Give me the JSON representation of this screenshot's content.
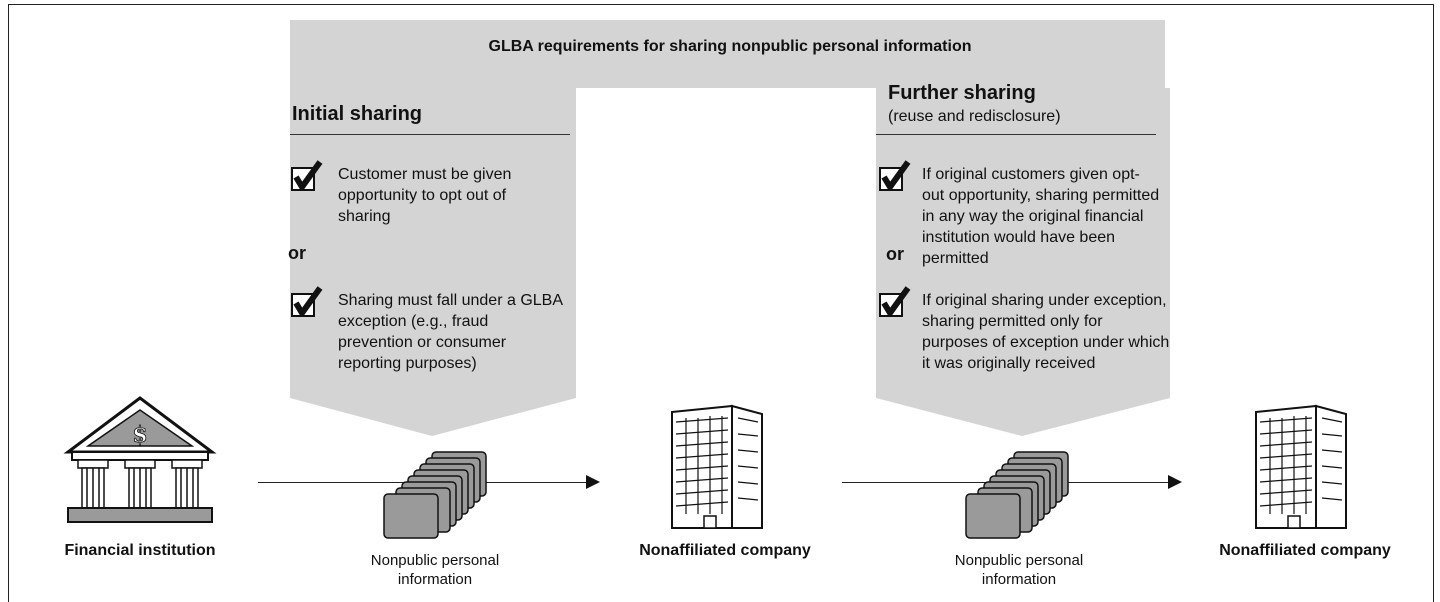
{
  "diagram": {
    "title": "GLBA requirements for sharing nonpublic personal information",
    "initial": {
      "heading": "Initial sharing",
      "item1": "Customer must be given opportunity to opt out of sharing",
      "or": "or",
      "item2": "Sharing must fall under a GLBA exception (e.g., fraud prevention or consumer reporting purposes)"
    },
    "further": {
      "heading": "Further sharing",
      "subheading": "(reuse and redisclosure)",
      "item1": "If original customers given opt-out opportunity, sharing permitted in any way the original financial institution would have been permitted",
      "or": "or",
      "item2": "If original sharing under exception, sharing permitted only for purposes of exception under which it was originally received"
    },
    "nodes": {
      "financial_institution": "Financial institution",
      "info1": "Nonpublic personal information",
      "company1": "Nonaffiliated company",
      "info2": "Nonpublic personal information",
      "company2": "Nonaffiliated company"
    },
    "colors": {
      "panel": "#d4d4d4",
      "dark": "#222222",
      "card": "#9a9a9a"
    }
  }
}
